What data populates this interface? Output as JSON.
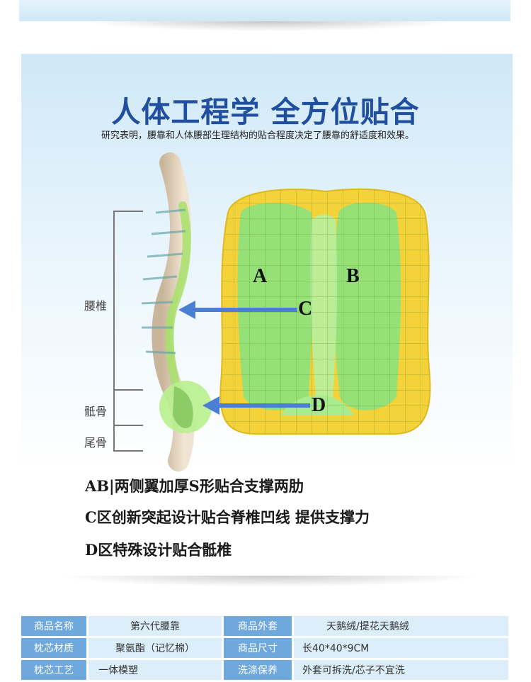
{
  "headline": "人体工程学 全方位贴合",
  "subline": "研究表明，腰靠和人体腰部生理结构的贴合程度决定了腰靠的舒适度和效果。",
  "anatomy": {
    "lumbar": "腰椎",
    "sacrum": "骶骨",
    "coccyx": "尾骨"
  },
  "zones": {
    "a": "A",
    "b": "B",
    "c": "C",
    "d": "D"
  },
  "features": [
    "AB|两侧翼加厚S形贴合支撑两肋",
    "C区创新突起设计贴合脊椎凹线 提供支撑力",
    "D区特殊设计贴合骶椎"
  ],
  "specs": [
    [
      {
        "key": "商品名称",
        "value": "第六代腰靠"
      },
      {
        "key": "商品外套",
        "value": "天鹅绒/提花天鹅绒"
      }
    ],
    [
      {
        "key": "枕芯材质",
        "value": "聚氨酯（记忆棉）"
      },
      {
        "key": "商品尺寸",
        "value": "长40*40*9CM"
      }
    ],
    [
      {
        "key": "枕芯工艺",
        "value": "一体模塑"
      },
      {
        "key": "洗涤保养",
        "value": "外套可拆洗/芯子不宜洗"
      }
    ]
  ],
  "colors": {
    "headline": "#1f4f9e",
    "arrow": "#4a7fd4",
    "cushion_yellow": "#f4d23a",
    "cushion_green": "#8fe07a",
    "spec_key_bg": "#6fa8dc",
    "spec_value_bg": "#dbeef9"
  }
}
